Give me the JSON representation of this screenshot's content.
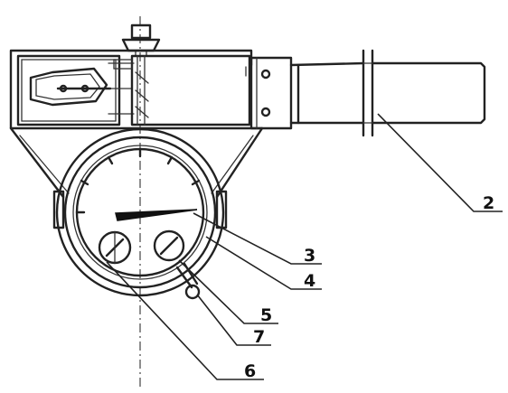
{
  "callouts": [
    {
      "label": "2"
    },
    {
      "label": "3"
    },
    {
      "label": "4"
    },
    {
      "label": "5"
    },
    {
      "label": "7"
    },
    {
      "label": "6"
    }
  ]
}
